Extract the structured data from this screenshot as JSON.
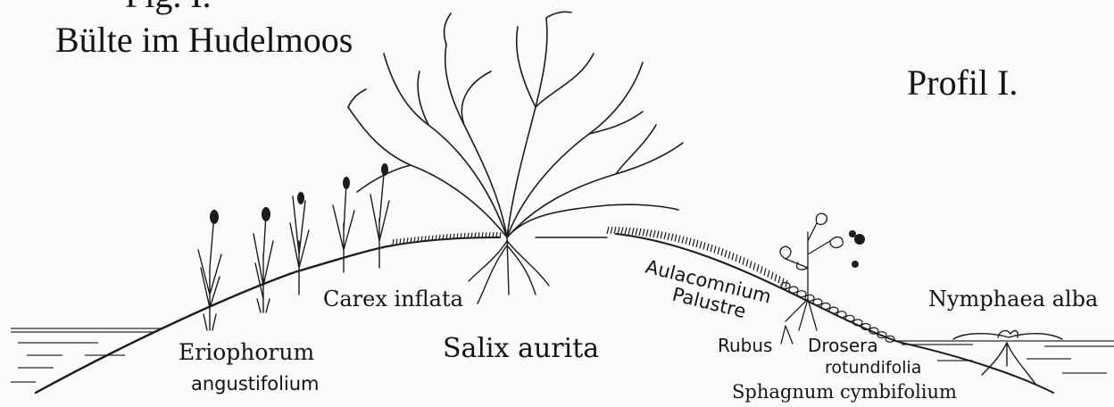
{
  "figure": {
    "fig_label": "Fig. I.",
    "title": "Bülte im Hudelmoos",
    "profile": "Profil I."
  },
  "labels": {
    "carex": "Carex inflata",
    "eriophorum": "Eriophorum",
    "eriophorum_species": "angustifolium",
    "salix": "Salix aurita",
    "aulacomnium": "Aulacomnium",
    "palustre": "Palustre",
    "rubus": "Rubus",
    "drosera": "Drosera",
    "drosera_species": "rotundifolia",
    "sphagnum": "Sphagnum cymbifolium",
    "nymphaea": "Nymphaea alba"
  }
}
